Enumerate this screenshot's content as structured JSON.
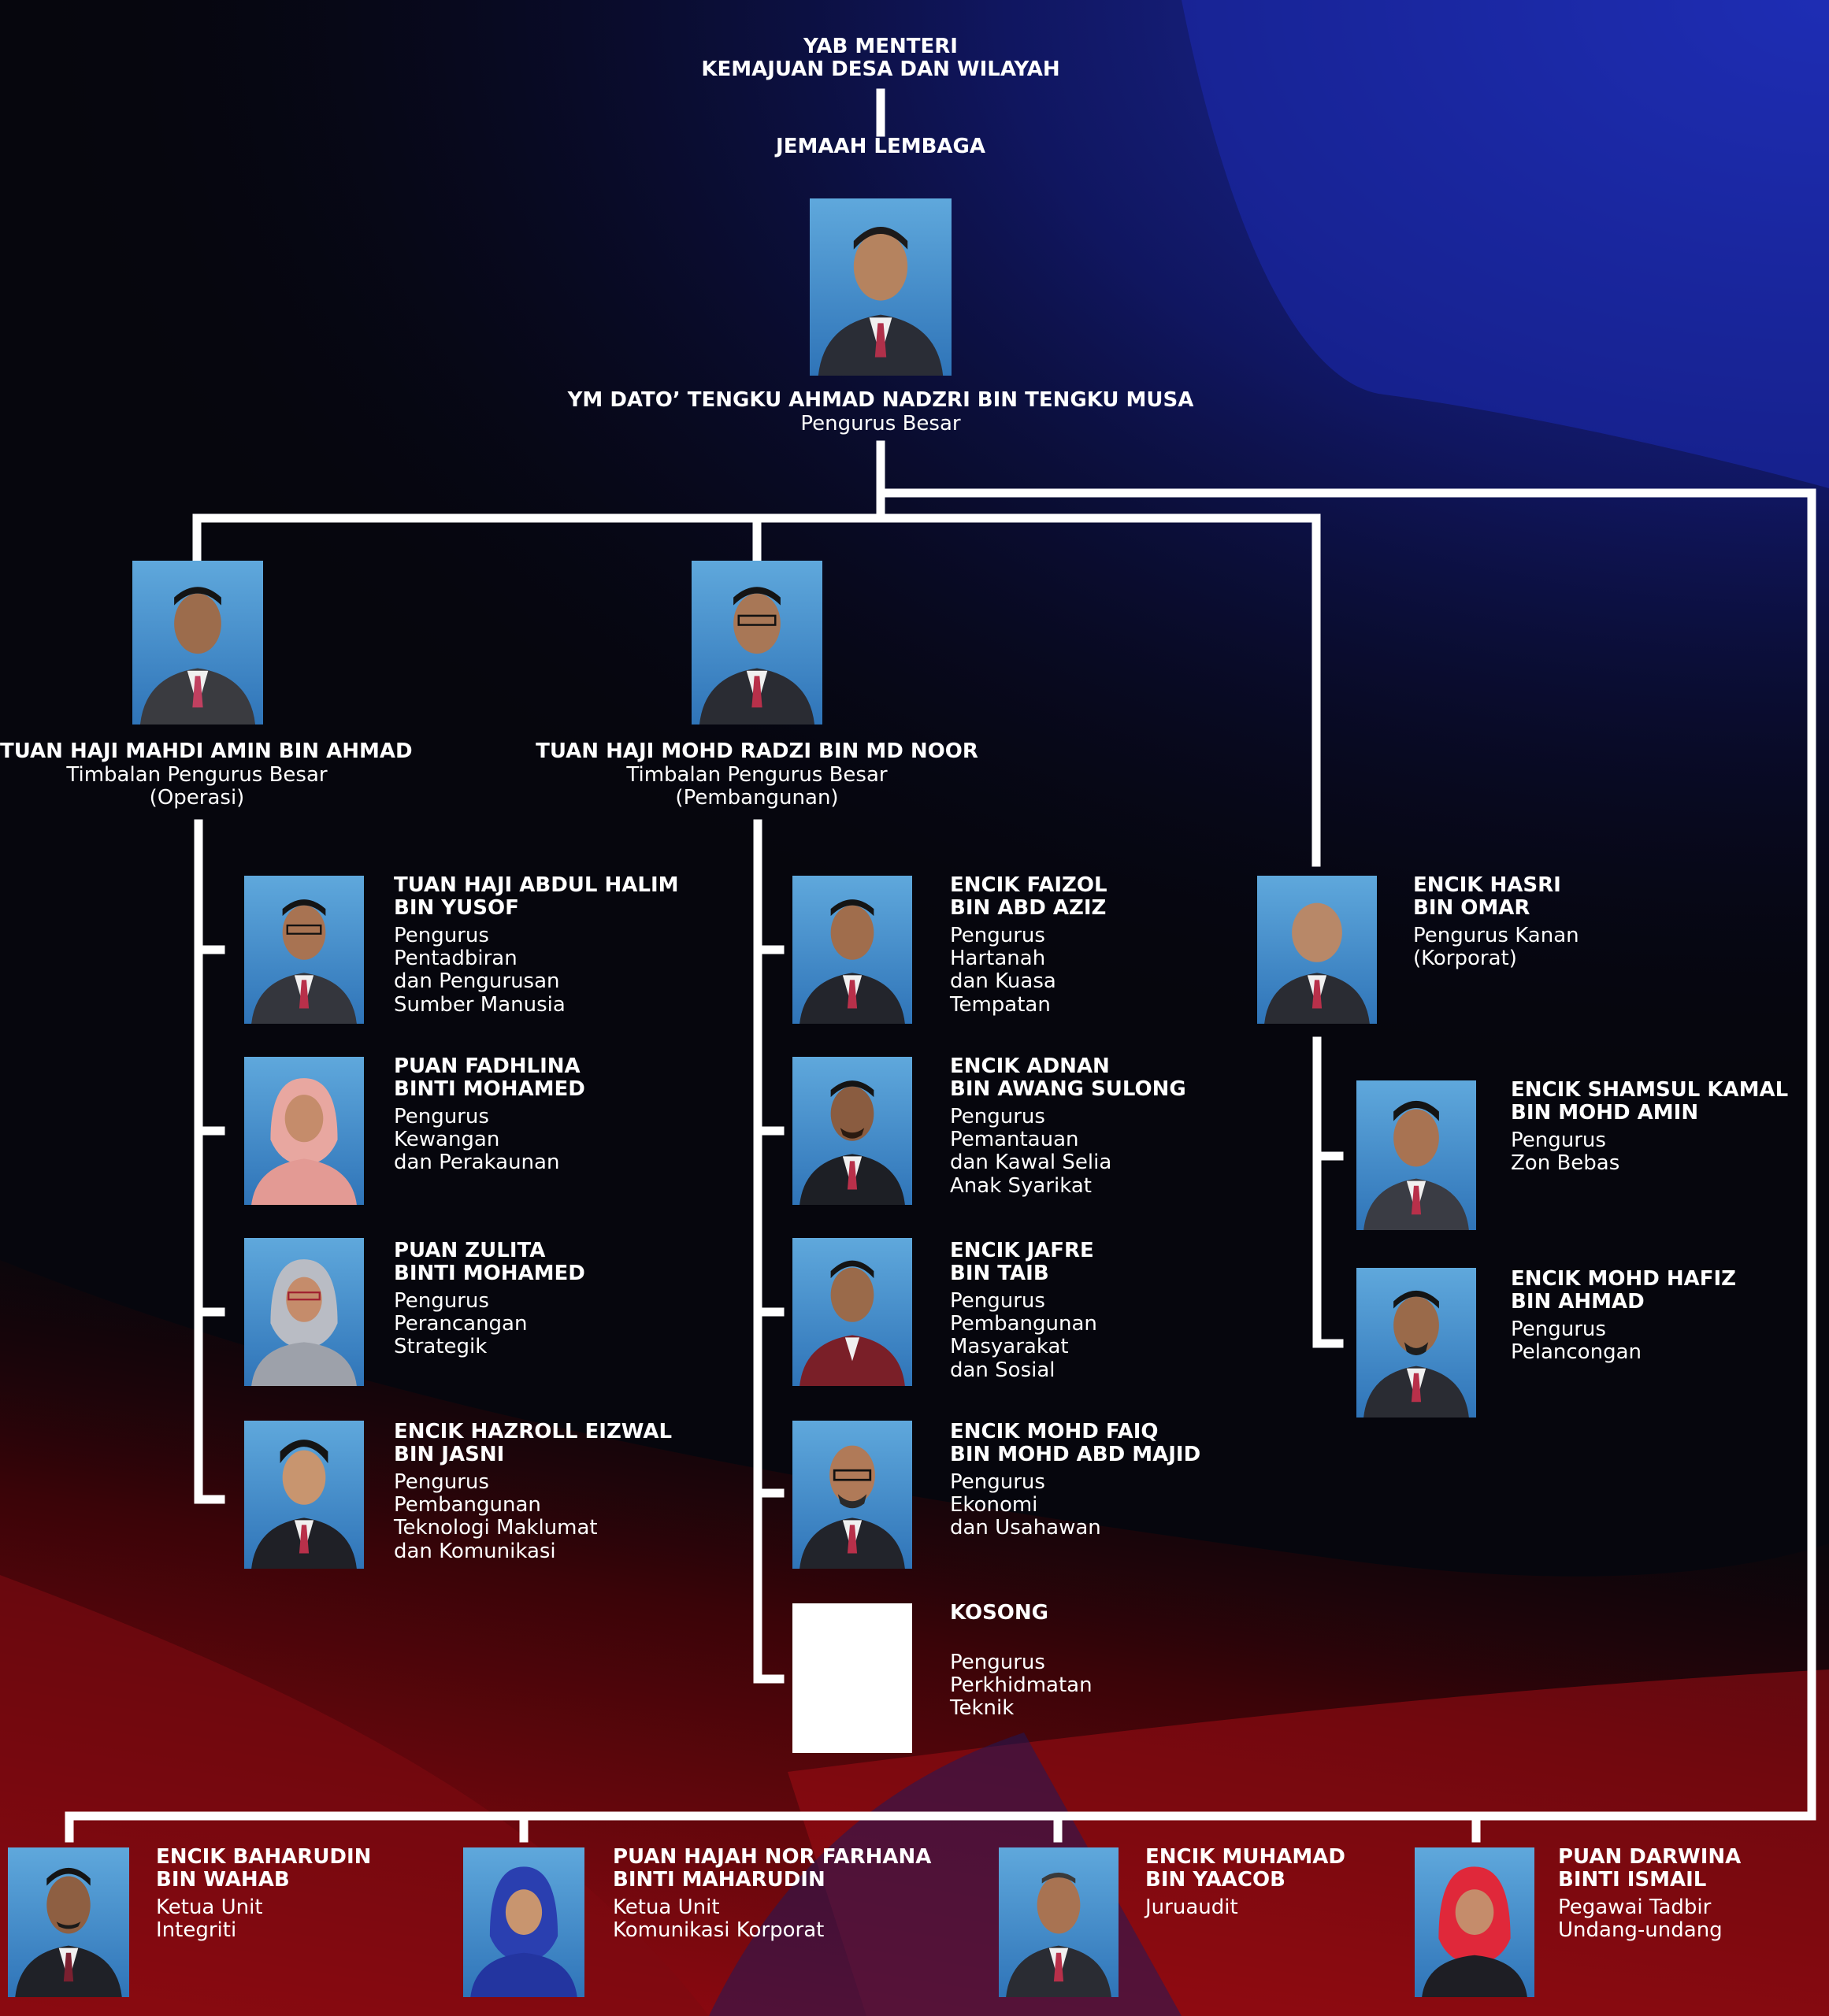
{
  "top": {
    "minister_line1": "YAB MENTERI",
    "minister_line2": "KEMAJUAN DESA DAN WILAYAH",
    "board": "JEMAAH LEMBAGA"
  },
  "gm": {
    "name": "YM DATO’ TENGKU AHMAD NADZRI BIN TENGKU MUSA",
    "title": "Pengurus Besar"
  },
  "deputies": [
    {
      "name": "TUAN HAJI MAHDI AMIN BIN AHMAD",
      "title1": "Timbalan Pengurus Besar",
      "title2": "(Operasi)"
    },
    {
      "name": "TUAN HAJI MOHD RADZI BIN MD NOOR",
      "title1": "Timbalan Pengurus Besar",
      "title2": "(Pembangunan)"
    }
  ],
  "ops": [
    {
      "name1": "TUAN HAJI ABDUL HALIM",
      "name2": "BIN YUSOF",
      "title": [
        "Pengurus",
        "Pentadbiran",
        "dan Pengurusan",
        "Sumber Manusia"
      ]
    },
    {
      "name1": "PUAN FADHLINA",
      "name2": "BINTI MOHAMED",
      "title": [
        "Pengurus",
        "Kewangan",
        "dan Perakaunan",
        ""
      ]
    },
    {
      "name1": "PUAN ZULITA",
      "name2": "BINTI MOHAMED",
      "title": [
        "Pengurus",
        "Perancangan",
        "Strategik",
        ""
      ]
    },
    {
      "name1": "ENCIK HAZROLL EIZWAL",
      "name2": "BIN JASNI",
      "title": [
        "Pengurus",
        "Pembangunan",
        "Teknologi Maklumat",
        "dan Komunikasi"
      ]
    }
  ],
  "dev": [
    {
      "name1": "ENCIK FAIZOL",
      "name2": "BIN ABD AZIZ",
      "title": [
        "Pengurus",
        "Hartanah",
        "dan Kuasa",
        "Tempatan"
      ]
    },
    {
      "name1": "ENCIK ADNAN",
      "name2": "BIN AWANG SULONG",
      "title": [
        "Pengurus",
        "Pemantauan",
        "dan Kawal Selia",
        "Anak Syarikat"
      ]
    },
    {
      "name1": "ENCIK JAFRE",
      "name2": "BIN TAIB",
      "title": [
        "Pengurus",
        "Pembangunan",
        "Masyarakat",
        "dan Sosial"
      ]
    },
    {
      "name1": "ENCIK MOHD FAIQ",
      "name2": "BIN MOHD ABD MAJID",
      "title": [
        "Pengurus",
        "Ekonomi",
        "dan Usahawan",
        ""
      ]
    },
    {
      "name1": "KOSONG",
      "name2": "",
      "title": [
        "Pengurus",
        "Perkhidmatan",
        "Teknik",
        ""
      ]
    }
  ],
  "corp": {
    "name1": "ENCIK HASRI",
    "name2": "BIN OMAR",
    "title": [
      "Pengurus Kanan",
      "(Korporat)"
    ]
  },
  "corp_subs": [
    {
      "name1": "ENCIK SHAMSUL KAMAL",
      "name2": "BIN MOHD AMIN",
      "title": [
        "Pengurus",
        "Zon Bebas"
      ]
    },
    {
      "name1": "ENCIK MOHD HAFIZ",
      "name2": "BIN AHMAD",
      "title": [
        "Pengurus",
        "Pelancongan"
      ]
    }
  ],
  "bottom": [
    {
      "name1": "ENCIK BAHARUDIN",
      "name2": "BIN WAHAB",
      "title": [
        "Ketua Unit",
        "Integriti"
      ]
    },
    {
      "name1": "PUAN HAJAH NOR FARHANA",
      "name2": "BINTI MAHARUDIN",
      "title": [
        "Ketua Unit",
        "Komunikasi Korporat"
      ]
    },
    {
      "name1": "ENCIK MUHAMAD",
      "name2": "BIN YAACOB",
      "title": [
        "Juruaudit",
        ""
      ]
    },
    {
      "name1": "PUAN DARWINA",
      "name2": "BINTI ISMAIL",
      "title": [
        "Pegawai Tadbir",
        "Undang-undang"
      ]
    }
  ],
  "colors": {
    "line": "#ffffff",
    "photo_bg": "#4a90cf",
    "bg_blue": "#1a2a9a",
    "bg_red": "#8a0a10"
  }
}
